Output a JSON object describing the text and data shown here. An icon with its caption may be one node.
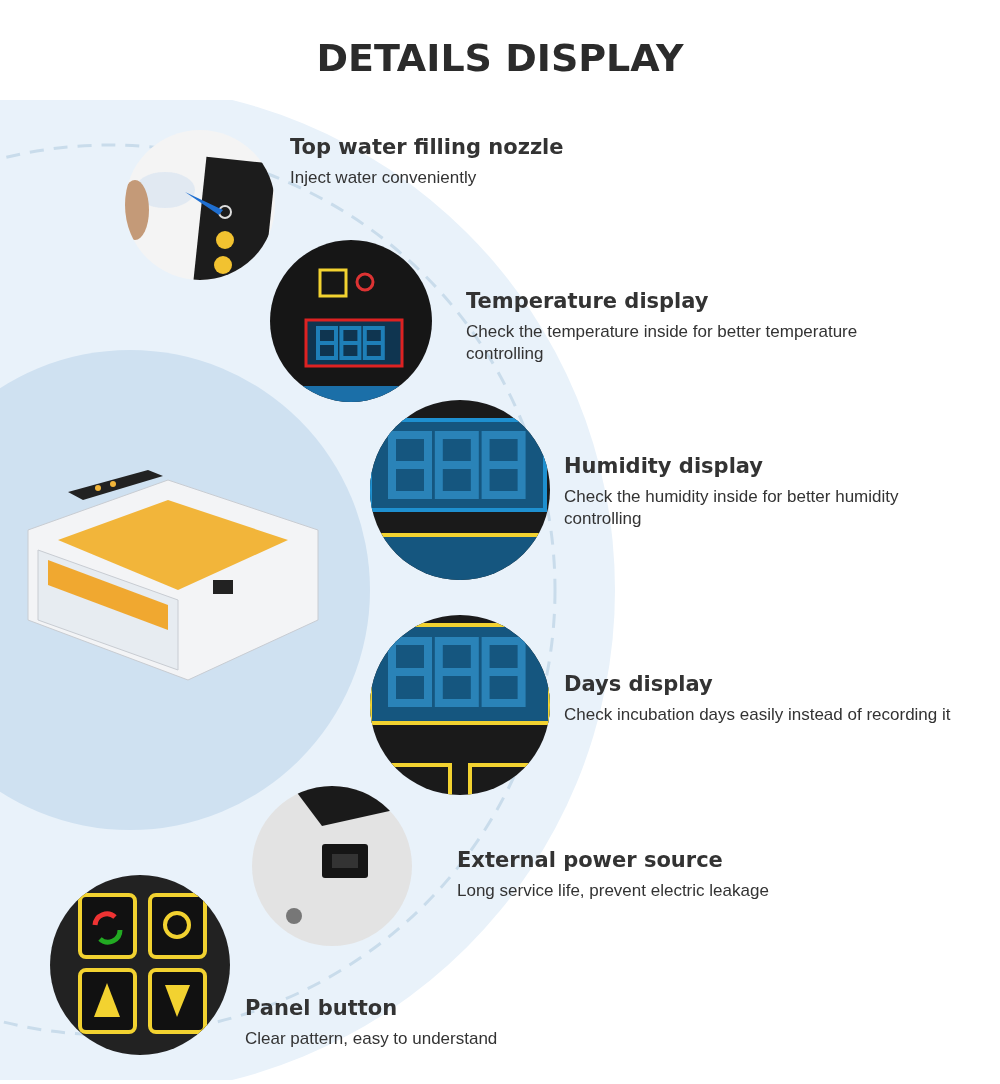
{
  "diagram": {
    "title": "DETAILS DISPLAY",
    "nodes": [
      {
        "text": [],
        "shape": "picture"
      },
      {
        "text": [],
        "shape": "picture",
        "beside": [
          "Top water filling nozzle",
          "Inject water conveniently"
        ]
      },
      {
        "text": [],
        "shape": "picture",
        "beside": [
          "Temperature display",
          "Check the temperature inside for better temperature controlling"
        ]
      },
      {
        "text": [],
        "shape": "picture",
        "beside": [
          "Humidity display",
          "Check the humidity inside for better humidity controlling"
        ]
      },
      {
        "text": [],
        "shape": "picture",
        "beside": [
          "Days display",
          "Check incubation days easily instead of recording it"
        ]
      },
      {
        "text": [],
        "shape": "picture",
        "beside": [
          "External power source",
          "Long service life, prevent electric leakage"
        ]
      },
      {
        "text": [],
        "shape": "picture",
        "beside": [
          "Panel button",
          "Clear pattern, easy to understand"
        ]
      }
    ],
    "edges": []
  }
}
